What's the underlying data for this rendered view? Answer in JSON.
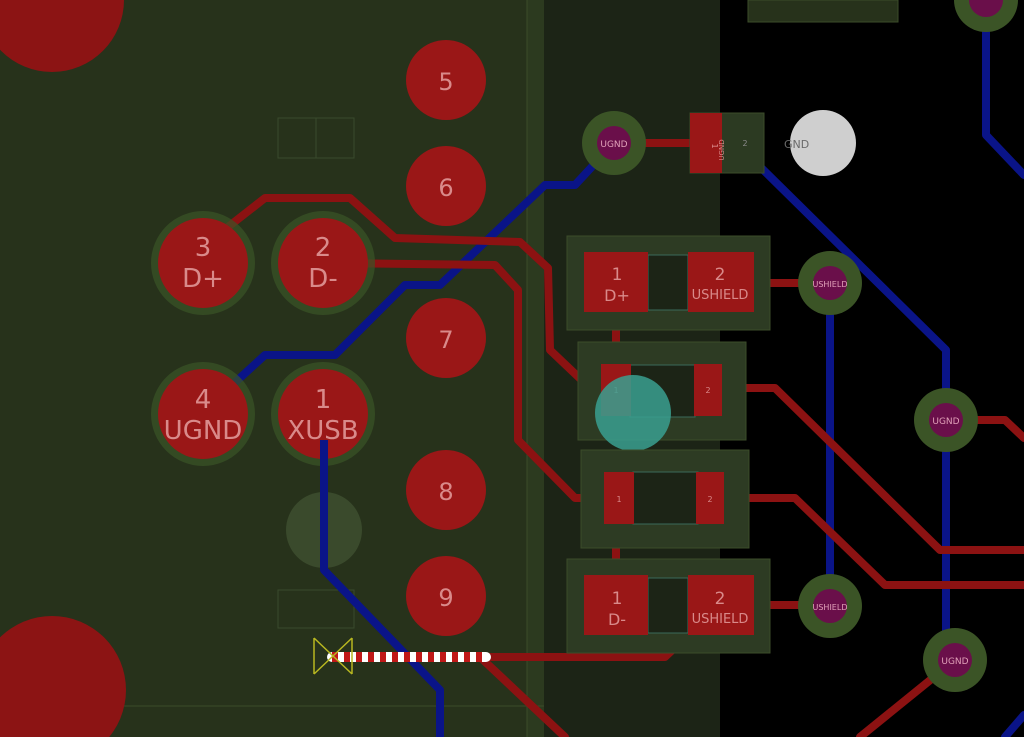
{
  "colors": {
    "background": "#000000",
    "copper_zone": "#27321b",
    "zone_dark": "#1c2416",
    "front_copper": "#8c1212",
    "back_copper": "#0a1488",
    "pad": "#a01818",
    "via_ring": "#3b5426",
    "via_hole": "#6a0f4a",
    "silk_text": "#d98a8a",
    "npth": "#cfcfcf",
    "teal_hole": "#3aa090"
  },
  "connector_pins": [
    {
      "num": "3",
      "net": "D+"
    },
    {
      "num": "2",
      "net": "D-"
    },
    {
      "num": "4",
      "net": "UGND"
    },
    {
      "num": "1",
      "net": "XUSB"
    }
  ],
  "mount_pads": [
    "5",
    "6",
    "7",
    "8",
    "9"
  ],
  "vias": {
    "ugnd_top": "UGND",
    "ushield_1": "USHIELD",
    "ugnd_right_1": "UGND",
    "ushield_2": "USHIELD",
    "ugnd_right_2": "UGND"
  },
  "top_component": {
    "pad1": "1",
    "pad1_net": "UGND",
    "pad2": "2",
    "pad2_net": "GND"
  },
  "resistor_top": {
    "pad1_num": "1",
    "pad1_net": "D+",
    "pad2_num": "2",
    "pad2_net": "USHIELD"
  },
  "resistor_bottom": {
    "pad1_num": "1",
    "pad1_net": "D-",
    "pad2_num": "2",
    "pad2_net": "USHIELD"
  },
  "small_part_1": {
    "pad1": "1",
    "pad2": "2"
  },
  "small_part_2": {
    "pad1": "1",
    "pad2": "2"
  }
}
